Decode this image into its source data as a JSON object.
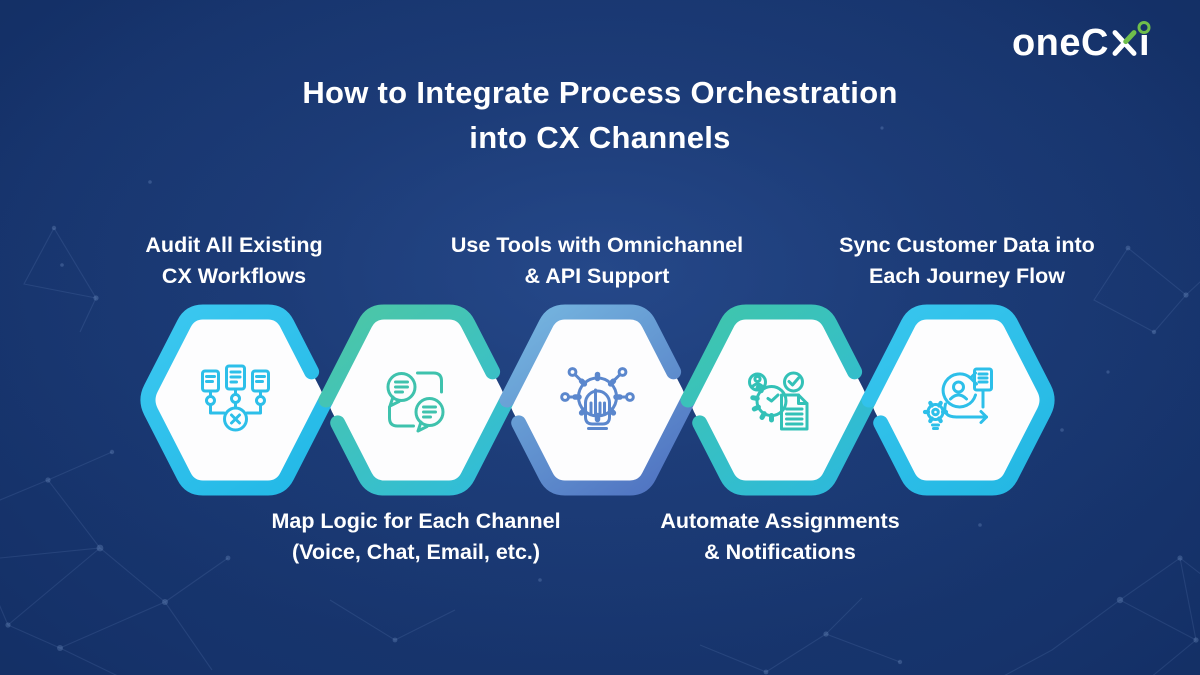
{
  "logo": {
    "before_x": "oneC",
    "x": "X",
    "i_dotless": "ı",
    "full_text": "oneCXi",
    "accent_color": "#6fbe4b",
    "text_color": "#ffffff"
  },
  "title": {
    "line1": "How to Integrate Process Orchestration",
    "line2": "into CX Channels"
  },
  "steps": [
    {
      "title_lines": [
        "Audit All Existing",
        "CX Workflows"
      ],
      "label_position": "top",
      "icon": "workflow-audit-icon",
      "border_colors": [
        "#3cc8f0",
        "#22b8e6"
      ],
      "icon_color": "#2dbfe9"
    },
    {
      "title_lines": [
        "Map Logic for Each Channel",
        "(Voice, Chat, Email, etc.)"
      ],
      "label_position": "bottom",
      "icon": "channel-chat-icon",
      "border_colors": [
        "#4dc7a4",
        "#2fbcdb"
      ],
      "icon_color": "#3fc2ad"
    },
    {
      "title_lines": [
        "Use Tools with Omnichannel",
        "& API Support"
      ],
      "label_position": "top",
      "icon": "gear-hand-icon",
      "border_colors": [
        "#76b7e0",
        "#4e70c0"
      ],
      "icon_color": "#5b87cd"
    },
    {
      "title_lines": [
        "Automate Assignments",
        "& Notifications"
      ],
      "label_position": "bottom",
      "icon": "automation-tasks-icon",
      "border_colors": [
        "#40c6ab",
        "#2cb9de"
      ],
      "icon_color": "#33c1b7"
    },
    {
      "title_lines": [
        "Sync Customer Data into",
        "Each Journey Flow"
      ],
      "label_position": "top",
      "icon": "journey-sync-icon",
      "border_colors": [
        "#38c6ee",
        "#23b7e3"
      ],
      "icon_color": "#2dbfe9"
    }
  ],
  "background": {
    "base_color": "#14306a",
    "glow_color": "#1e4180",
    "corner_color": "#0d2254",
    "pattern_color": "#8fb4e6",
    "hexagon_fill": "#fdfdfe"
  }
}
